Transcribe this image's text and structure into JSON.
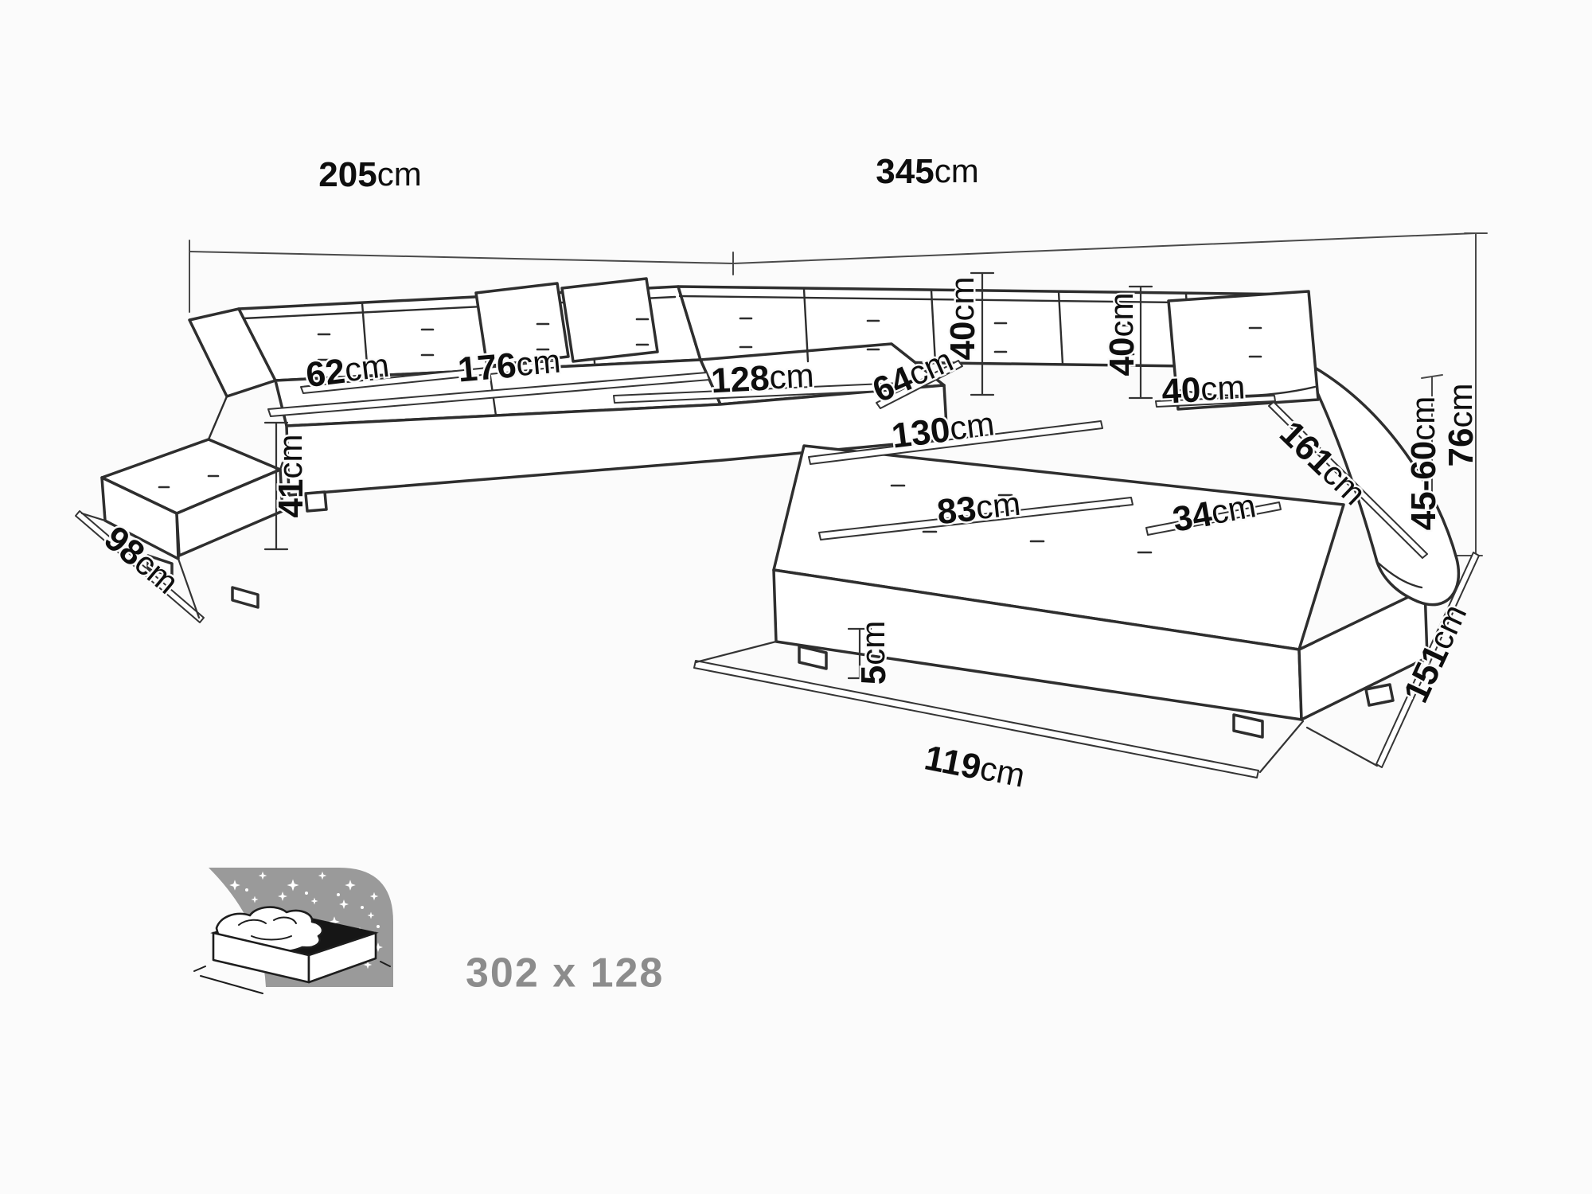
{
  "diagram": {
    "unit": "cm",
    "dims": {
      "back_left": {
        "value": "205",
        "unit": "cm"
      },
      "back_right": {
        "value": "345",
        "unit": "cm"
      },
      "height": {
        "value": "76",
        "unit": "cm"
      },
      "seat_height": {
        "value": "45-60",
        "unit": "cm"
      },
      "seat_depth": {
        "value": "62",
        "unit": "cm"
      },
      "left_len": {
        "value": "176",
        "unit": "cm"
      },
      "mid_seat": {
        "value": "128",
        "unit": "cm"
      },
      "corner_seat": {
        "value": "64",
        "unit": "cm"
      },
      "back_h_corner": {
        "value": "40",
        "unit": "cm"
      },
      "back_h_right": {
        "value": "40",
        "unit": "cm"
      },
      "pillow_w": {
        "value": "40",
        "unit": "cm"
      },
      "chaise_len": {
        "value": "130",
        "unit": "cm"
      },
      "chaise_seat_w": {
        "value": "83",
        "unit": "cm"
      },
      "armrest_w": {
        "value": "34",
        "unit": "cm"
      },
      "armrest_len": {
        "value": "161",
        "unit": "cm"
      },
      "front_h": {
        "value": "41",
        "unit": "cm"
      },
      "left_depth": {
        "value": "98",
        "unit": "cm"
      },
      "leg_h": {
        "value": "5",
        "unit": "cm"
      },
      "chaise_front_w": {
        "value": "119",
        "unit": "cm"
      },
      "right_depth": {
        "value": "151",
        "unit": "cm"
      }
    },
    "sleeping_area": {
      "size": "302 x 128"
    }
  }
}
